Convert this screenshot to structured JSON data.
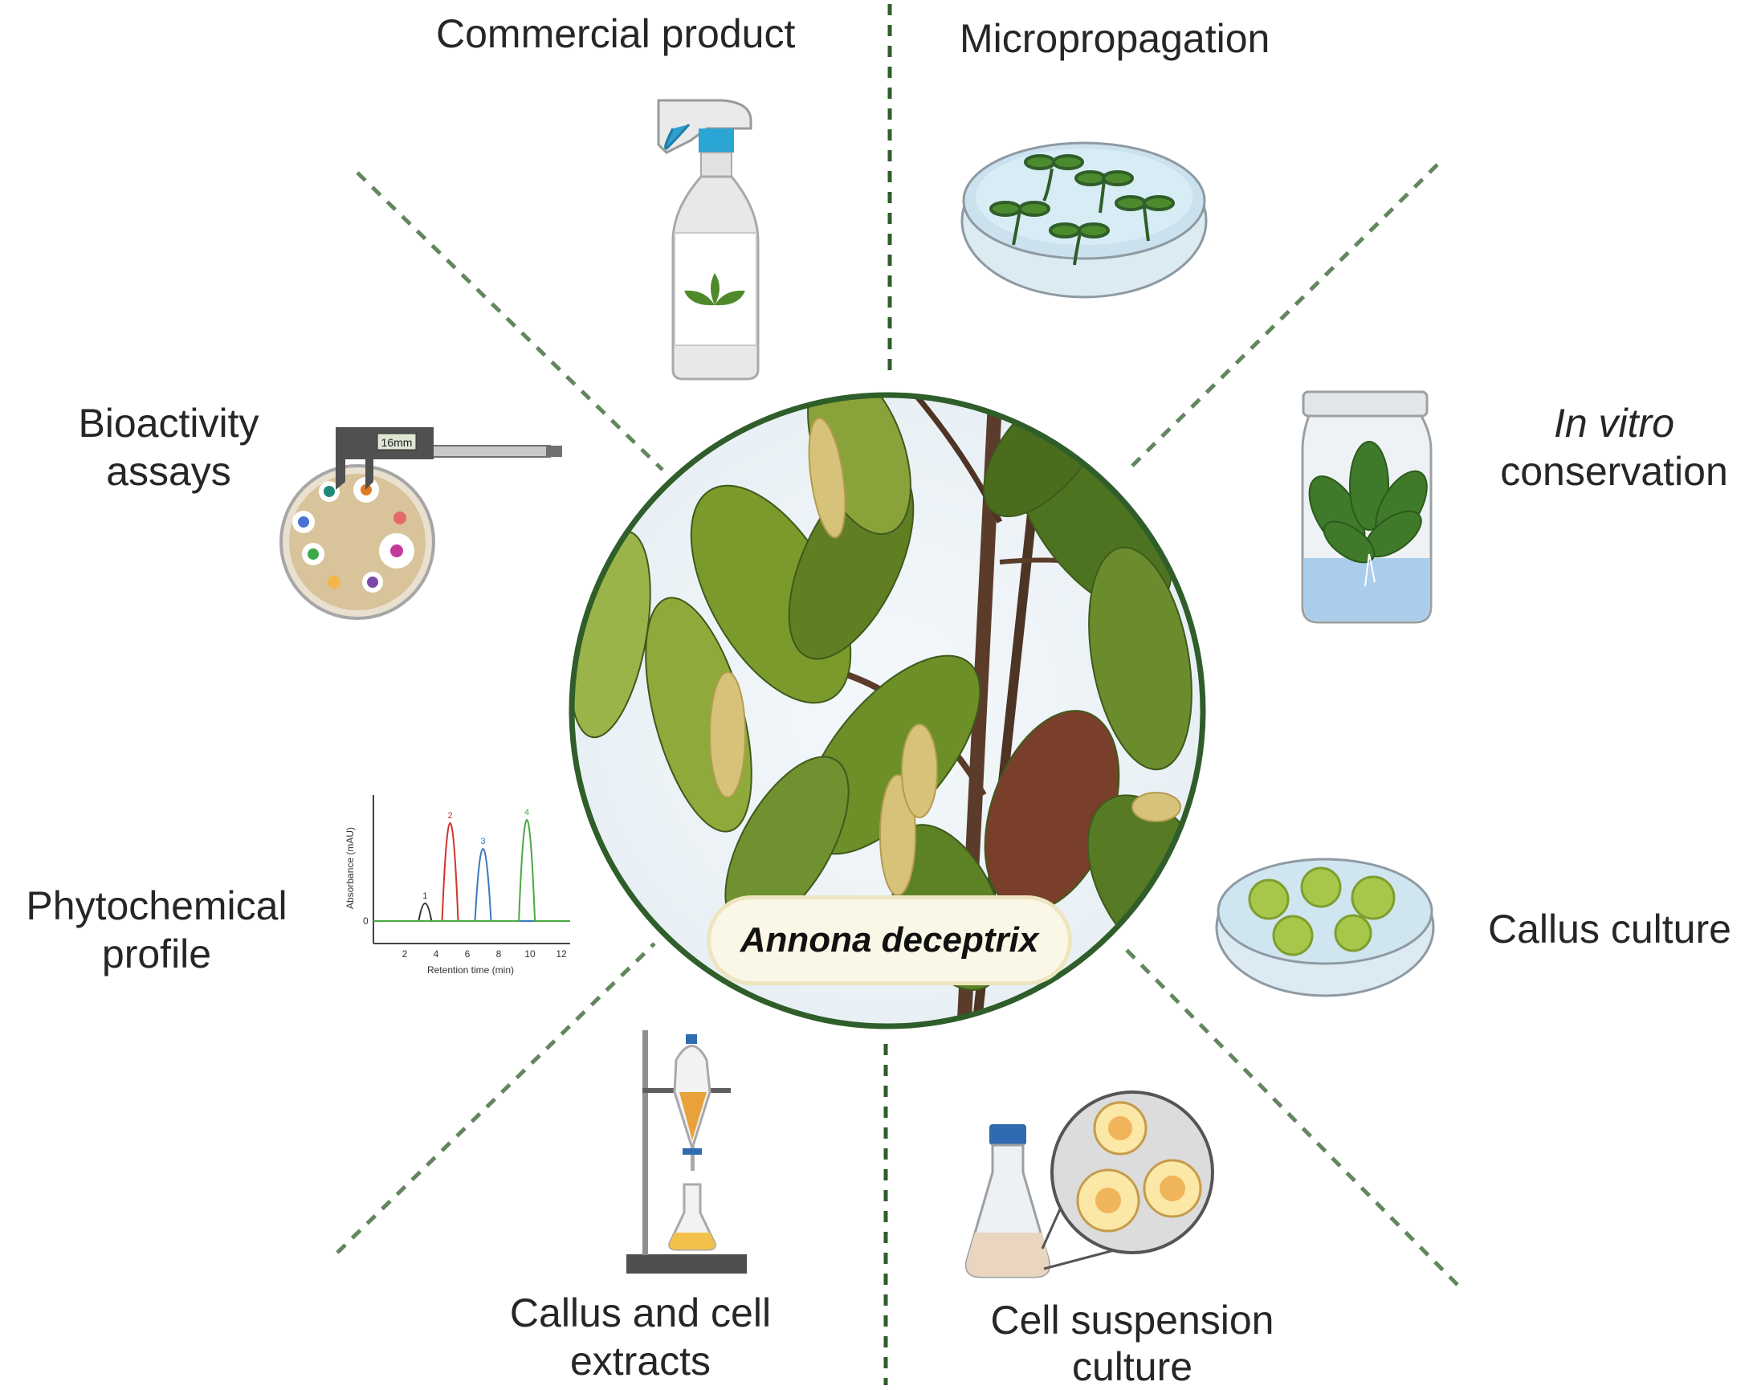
{
  "center": {
    "species": "Annona deceptrix"
  },
  "sections": {
    "commercial_product": "Commercial product",
    "micropropagation": "Micropropagation",
    "bioactivity": [
      "Bioactivity",
      "assays"
    ],
    "in_vitro": [
      "In vitro",
      "conservation"
    ],
    "phytochemical": [
      "Phytochemical",
      "profile"
    ],
    "callus_culture": "Callus culture",
    "extracts": [
      "Callus and cell",
      "extracts"
    ],
    "suspension": [
      "Cell suspension",
      "culture"
    ]
  },
  "caliper": {
    "readout": "16mm"
  },
  "chromatogram": {
    "ylabel": "Absorbance (mAU)",
    "xlabel": "Retention time (min)",
    "y_tick": "0",
    "x_ticks": [
      "2",
      "4",
      "6",
      "8",
      "10",
      "12"
    ],
    "peak_labels": [
      "1",
      "2",
      "3",
      "4"
    ]
  },
  "colors": {
    "divider": "#2f5e2a",
    "circle_border": "#2f5e2a",
    "label_bg": "#fbf7e6",
    "peak_1": "#333333",
    "peak_2": "#d1352b",
    "peak_3": "#3b78c2",
    "peak_4": "#4aa842"
  }
}
